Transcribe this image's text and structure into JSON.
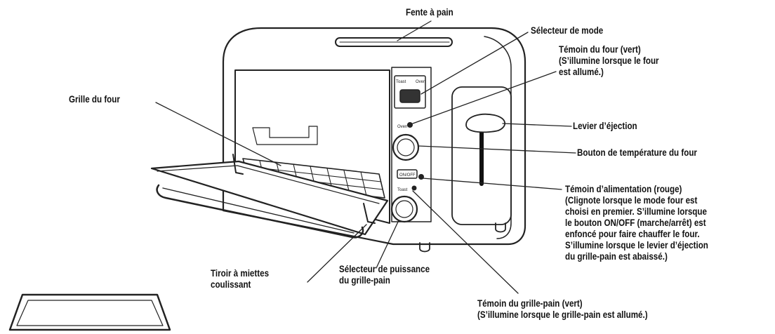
{
  "labels": {
    "bread_slot": "Fente à pain",
    "mode_selector": "Sélecteur de mode",
    "oven_light": "Témoin du four (vert)\n(S’illumine lorsque le four\nest allumé.)",
    "oven_rack": "Grille du four",
    "eject_lever": "Levier d’éjection",
    "temp_knob": "Bouton de température du four",
    "power_light": "Témoin d’alimentation (rouge)\n(Clignote lorsque le mode four est\nchoisi en premier. S’illumine lorsque\nle bouton ON/OFF (marche/arrêt) est\nenfoncé pour faire chauffer le four.\nS’illumine lorsque le levier d’éjection\ndu grille-pain est abaissé.)",
    "crumb_tray": "Tiroir à miettes\ncoulissant",
    "shade_selector": "Sélecteur de puissance\ndu grille-pain",
    "toaster_light": "Témoin du grille-pain (vert)\n(S’illumine lorsque le grille-pain est allumé.)"
  },
  "panel_text": {
    "mode_left": "Toast",
    "mode_right": "Oven",
    "temp_label": "Oven",
    "on_off": "ON/OFF",
    "toast_label": "Toast"
  }
}
